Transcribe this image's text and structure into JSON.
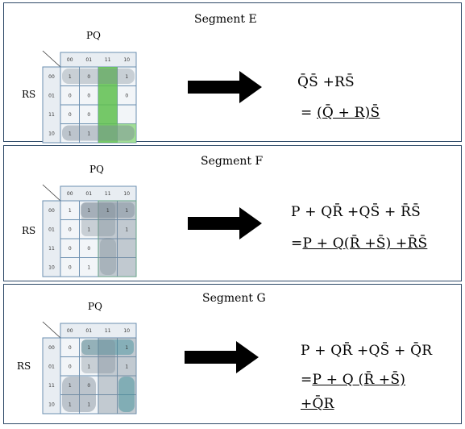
{
  "colors": {
    "panel_border": "#2e4a68",
    "kmap_grid": "#6b8fb0",
    "kmap_cell_bg": "#f2f5f8",
    "group_fill_gray": "#7a8a96",
    "group_fill_green": "#5fbf4f",
    "arrow": "#000000"
  },
  "kmap_headers": {
    "columns": [
      "00",
      "01",
      "11",
      "10"
    ],
    "rows": [
      "00",
      "01",
      "11",
      "10"
    ]
  },
  "panels": [
    {
      "title": "Segment E",
      "pq": "PQ",
      "rs": "RS",
      "cells": [
        [
          "1",
          "0",
          "",
          "1"
        ],
        [
          "0",
          "0",
          "",
          "0"
        ],
        [
          "0",
          "0",
          "",
          ""
        ],
        [
          "1",
          "1",
          "",
          ""
        ]
      ],
      "line1": [
        "Q̄S̄ +RS̄"
      ],
      "line2_prefix": "= ",
      "line2_underlined": "(Q̄ + R)S̄",
      "arrow_icon": "right-arrow-icon"
    },
    {
      "title": "Segment F",
      "pq": "PQ",
      "rs": "RS",
      "cells": [
        [
          "1",
          "1",
          "1",
          "1"
        ],
        [
          "0",
          "1",
          "",
          "1"
        ],
        [
          "0",
          "0",
          "",
          ""
        ],
        [
          "0",
          "1",
          "",
          ""
        ]
      ],
      "line1": [
        "P + QR̄ +QS̄ + R̄S̄"
      ],
      "line2_prefix": "=",
      "line2_underlined": "P + Q(R̄ +S̄) +R̄S̄",
      "arrow_icon": "right-arrow-icon"
    },
    {
      "title": "Segment G",
      "pq": "PQ",
      "rs": "RS",
      "cells": [
        [
          "0",
          "1",
          "",
          "1"
        ],
        [
          "0",
          "1",
          "",
          "1"
        ],
        [
          "1",
          "0",
          "",
          ""
        ],
        [
          "1",
          "1",
          "",
          ""
        ]
      ],
      "line1": [
        "P + QR̄ +QS̄ + Q̄R"
      ],
      "line2_prefix": "=",
      "line2_underlined": "P + Q (R̄ +S̄)",
      "line3_underlined": "+Q̄R",
      "arrow_icon": "right-arrow-icon"
    }
  ]
}
